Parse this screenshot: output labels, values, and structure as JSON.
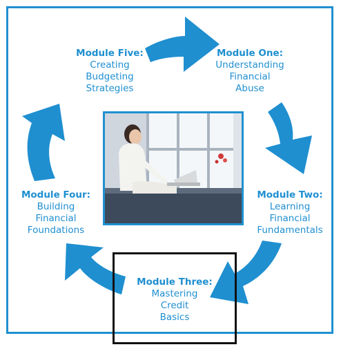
{
  "modules": [
    {
      "id": "one",
      "title": "Module One:",
      "lines": [
        "Understanding",
        "Financial",
        "Abuse"
      ]
    },
    {
      "id": "two",
      "title": "Module Two:",
      "lines": [
        "Learning",
        "Financial",
        "Fundamentals"
      ]
    },
    {
      "id": "three",
      "title": "Module Three:",
      "lines": [
        "Mastering",
        "Credit",
        "Basics"
      ]
    },
    {
      "id": "four",
      "title": "Module Four:",
      "lines": [
        "Building",
        "Financial",
        "Foundations"
      ]
    },
    {
      "id": "five",
      "title": "Module Five:",
      "lines": [
        "Creating",
        "Budgeting",
        "Strategies"
      ]
    }
  ],
  "colors": {
    "accent": "#1f8fd0",
    "highlight": "#111111"
  },
  "center_image": {
    "icon": "woman-with-laptop-photo"
  },
  "selection": {
    "module": "three"
  }
}
